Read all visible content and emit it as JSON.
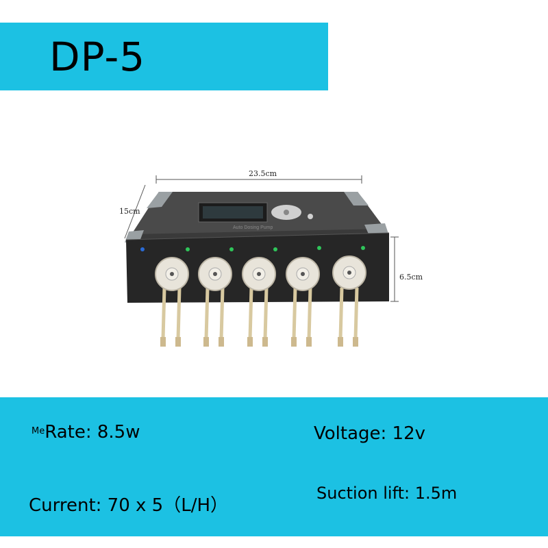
{
  "header": {
    "title": "DP-5"
  },
  "product": {
    "dimensions": {
      "width": "23.5cm",
      "depth": "15cm",
      "height": "6.5cm"
    }
  },
  "specs": {
    "rate_prefix": "Me",
    "rate": "Rate: 8.5w",
    "voltage": "Voltage: 12v",
    "current": "Current: 70 x 5（L/H）",
    "suction_lift": "Suction lift: 1.5m"
  },
  "colors": {
    "banner": "#1cc1e3",
    "device_body": "#2a2a2a",
    "pump_head": "#e8e4da"
  }
}
